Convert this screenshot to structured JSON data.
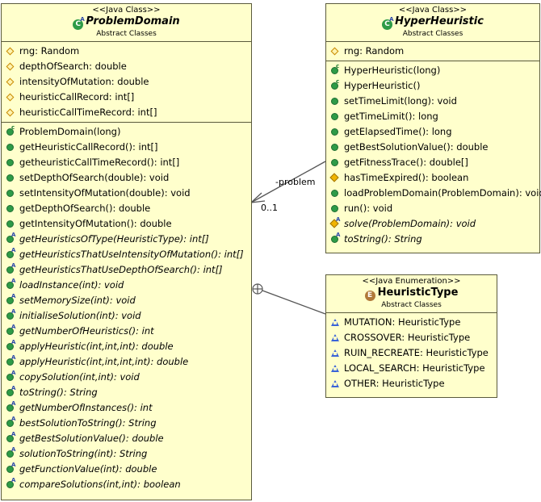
{
  "problem_domain": {
    "stereotype": "<<Java Class>>",
    "name": "ProblemDomain",
    "package": "Abstract Classes",
    "fields": [
      {
        "icon": "field",
        "text": "rng: Random"
      },
      {
        "icon": "field",
        "text": "depthOfSearch: double"
      },
      {
        "icon": "field",
        "text": "intensityOfMutation: double"
      },
      {
        "icon": "field",
        "text": "heuristicCallRecord: int[]"
      },
      {
        "icon": "field",
        "text": "heuristicCallTimeRecord: int[]"
      }
    ],
    "methods": [
      {
        "icon": "public-constructor",
        "text": "ProblemDomain(long)",
        "italic": false
      },
      {
        "icon": "public",
        "text": "getHeuristicCallRecord(): int[]",
        "italic": false
      },
      {
        "icon": "public",
        "text": "getheuristicCallTimeRecord(): int[]",
        "italic": false
      },
      {
        "icon": "public",
        "text": "setDepthOfSearch(double): void",
        "italic": false
      },
      {
        "icon": "public",
        "text": "setIntensityOfMutation(double): void",
        "italic": false
      },
      {
        "icon": "public",
        "text": "getDepthOfSearch(): double",
        "italic": false
      },
      {
        "icon": "public",
        "text": "getIntensityOfMutation(): double",
        "italic": false
      },
      {
        "icon": "public-abstract",
        "text": "getHeuristicsOfType(HeuristicType): int[]",
        "italic": true
      },
      {
        "icon": "public-abstract",
        "text": "getHeuristicsThatUseIntensityOfMutation(): int[]",
        "italic": true
      },
      {
        "icon": "public-abstract",
        "text": "getHeuristicsThatUseDepthOfSearch(): int[]",
        "italic": true
      },
      {
        "icon": "public-abstract",
        "text": "loadInstance(int): void",
        "italic": true
      },
      {
        "icon": "public-abstract",
        "text": "setMemorySize(int): void",
        "italic": true
      },
      {
        "icon": "public-abstract",
        "text": "initialiseSolution(int): void",
        "italic": true
      },
      {
        "icon": "public-abstract",
        "text": "getNumberOfHeuristics(): int",
        "italic": true
      },
      {
        "icon": "public-abstract",
        "text": "applyHeuristic(int,int,int): double",
        "italic": true
      },
      {
        "icon": "public-abstract",
        "text": "applyHeuristic(int,int,int,int): double",
        "italic": true
      },
      {
        "icon": "public-abstract",
        "text": "copySolution(int,int): void",
        "italic": true
      },
      {
        "icon": "public-abstract",
        "text": "toString(): String",
        "italic": true
      },
      {
        "icon": "public-abstract",
        "text": "getNumberOfInstances(): int",
        "italic": true
      },
      {
        "icon": "public-abstract",
        "text": "bestSolutionToString(): String",
        "italic": true
      },
      {
        "icon": "public-abstract",
        "text": "getBestSolutionValue(): double",
        "italic": true
      },
      {
        "icon": "public-abstract",
        "text": "solutionToString(int): String",
        "italic": true
      },
      {
        "icon": "public-abstract",
        "text": "getFunctionValue(int): double",
        "italic": true
      },
      {
        "icon": "public-abstract",
        "text": "compareSolutions(int,int): boolean",
        "italic": true
      }
    ]
  },
  "hyper_heuristic": {
    "stereotype": "<<Java Class>>",
    "name": "HyperHeuristic",
    "package": "Abstract Classes",
    "fields": [
      {
        "icon": "field",
        "text": "rng: Random"
      }
    ],
    "methods": [
      {
        "icon": "public-constructor",
        "text": "HyperHeuristic(long)",
        "italic": false
      },
      {
        "icon": "public-constructor",
        "text": "HyperHeuristic()",
        "italic": false
      },
      {
        "icon": "public",
        "text": "setTimeLimit(long): void",
        "italic": false
      },
      {
        "icon": "public",
        "text": "getTimeLimit(): long",
        "italic": false
      },
      {
        "icon": "public",
        "text": "getElapsedTime(): long",
        "italic": false
      },
      {
        "icon": "public",
        "text": "getBestSolutionValue(): double",
        "italic": false
      },
      {
        "icon": "public",
        "text": "getFitnessTrace(): double[]",
        "italic": false
      },
      {
        "icon": "protected",
        "text": "hasTimeExpired(): boolean",
        "italic": false
      },
      {
        "icon": "public",
        "text": "loadProblemDomain(ProblemDomain): void",
        "italic": false
      },
      {
        "icon": "public",
        "text": "run(): void",
        "italic": false
      },
      {
        "icon": "protected-abstract",
        "text": "solve(ProblemDomain): void",
        "italic": true
      },
      {
        "icon": "public-abstract",
        "text": "toString(): String",
        "italic": true
      }
    ]
  },
  "heuristic_type": {
    "stereotype": "<<Java Enumeration>>",
    "name": "HeuristicType",
    "package": "Abstract Classes",
    "literals": [
      {
        "icon": "literal",
        "text": "MUTATION: HeuristicType"
      },
      {
        "icon": "literal",
        "text": "CROSSOVER: HeuristicType"
      },
      {
        "icon": "literal",
        "text": "RUIN_RECREATE: HeuristicType"
      },
      {
        "icon": "literal",
        "text": "LOCAL_SEARCH: HeuristicType"
      },
      {
        "icon": "literal",
        "text": "OTHER: HeuristicType"
      }
    ]
  },
  "association": {
    "role": "-problem",
    "multiplicity": "0..1"
  },
  "colors": {
    "class_fill": "#ffffcc",
    "class_border": "#5a5a3c",
    "public_icon": "#2e9b47",
    "field_icon": "#f0b400",
    "literal_icon": "#3a63d8",
    "enum_icon": "#b0793a"
  }
}
